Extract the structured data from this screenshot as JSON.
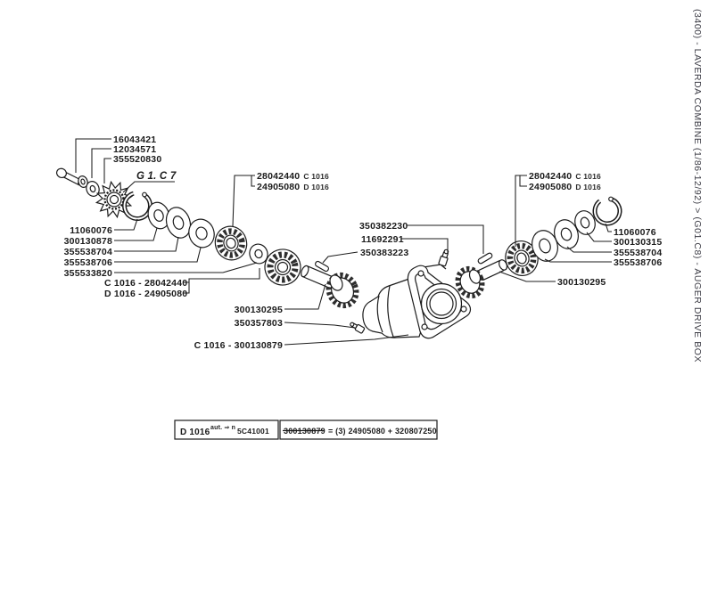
{
  "sidebar": {
    "breadcrumb_vertical": "(3400) - LAVERDA COMBINE (1/86-12/92) > (G01.C8) - AUGER DRIVE BOX"
  },
  "diagram": {
    "group_ref": "G 1. C 7",
    "labels": {
      "pin_bolt": "16043421",
      "washer_small": "12034571",
      "washer_flat": "355520830",
      "snap_ring_left": "11060076",
      "washer_c": "300130878",
      "washer_d": "355538704",
      "washer_e": "355538706",
      "spacer_washer": "355533820",
      "bearing2_c": "C 1016 - 28042440",
      "bearing2_d": "D 1016 - 24905080",
      "bearing1_num_c": "28042440",
      "bearing1_code_c": "C 1016",
      "bearing1_num_d": "24905080",
      "bearing1_code_d": "D 1016",
      "key_right": "350382230",
      "grease_fitting_top": "11692291",
      "key_left": "350383223",
      "bevel_gear_left": "300130295",
      "grease_fitting_bottom": "350357803",
      "housing": "C 1016 - 300130879",
      "bearing3_num_c": "28042440",
      "bearing3_code_c": "C 1016",
      "bearing3_num_d": "24905080",
      "bearing3_code_d": "D 1016",
      "snap_ring_right": "11060076",
      "washer_i": "300130315",
      "washer_h": "355538704",
      "washer_g": "355538706",
      "bevel_gear_right": "300130295"
    }
  },
  "footnote": {
    "variant_cell": {
      "variant": "D 1016",
      "note": "aut. ⇒ n",
      "serial": "5C41001"
    },
    "supersession_cell": {
      "old_part": "300130879",
      "substitution": "= (3) 24905080 + 320807250"
    }
  }
}
